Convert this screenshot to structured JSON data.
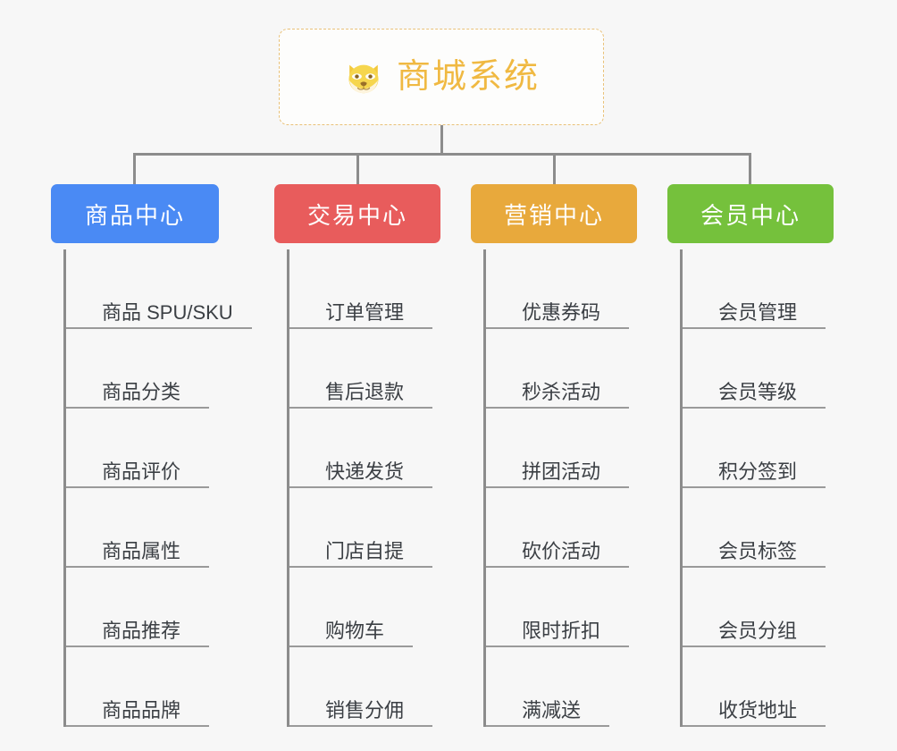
{
  "canvas": {
    "background": "#f7f7f7",
    "connector_color": "#8c8c8c"
  },
  "root": {
    "title": "商城系统",
    "icon": "shiba-dog-face-emoji",
    "text_color": "#f0b942",
    "border_color": "#e9c178",
    "background": "#fdfdfc"
  },
  "branches": [
    {
      "id": "products",
      "label": "商品中心",
      "color": "#4a8af4",
      "items": [
        {
          "label": "商品 SPU/SKU",
          "rule_width": 208
        },
        {
          "label": "商品分类",
          "rule_width": 160
        },
        {
          "label": "商品评价",
          "rule_width": 160
        },
        {
          "label": "商品属性",
          "rule_width": 160
        },
        {
          "label": "商品推荐",
          "rule_width": 160
        },
        {
          "label": "商品品牌",
          "rule_width": 160
        }
      ]
    },
    {
      "id": "trade",
      "label": "交易中心",
      "color": "#e85c5c",
      "items": [
        {
          "label": "订单管理",
          "rule_width": 160
        },
        {
          "label": "售后退款",
          "rule_width": 160
        },
        {
          "label": "快递发货",
          "rule_width": 160
        },
        {
          "label": "门店自提",
          "rule_width": 160
        },
        {
          "label": "购物车",
          "rule_width": 138
        },
        {
          "label": "销售分佣",
          "rule_width": 160
        }
      ]
    },
    {
      "id": "marketing",
      "label": "营销中心",
      "color": "#e8a93c",
      "items": [
        {
          "label": "优惠券码",
          "rule_width": 160
        },
        {
          "label": "秒杀活动",
          "rule_width": 160
        },
        {
          "label": "拼团活动",
          "rule_width": 160
        },
        {
          "label": "砍价活动",
          "rule_width": 160
        },
        {
          "label": "限时折扣",
          "rule_width": 160
        },
        {
          "label": "满减送",
          "rule_width": 138
        }
      ]
    },
    {
      "id": "member",
      "label": "会员中心",
      "color": "#75c13c",
      "items": [
        {
          "label": "会员管理",
          "rule_width": 160
        },
        {
          "label": "会员等级",
          "rule_width": 160
        },
        {
          "label": "积分签到",
          "rule_width": 160
        },
        {
          "label": "会员标签",
          "rule_width": 160
        },
        {
          "label": "会员分组",
          "rule_width": 160
        },
        {
          "label": "收货地址",
          "rule_width": 160
        }
      ]
    }
  ]
}
